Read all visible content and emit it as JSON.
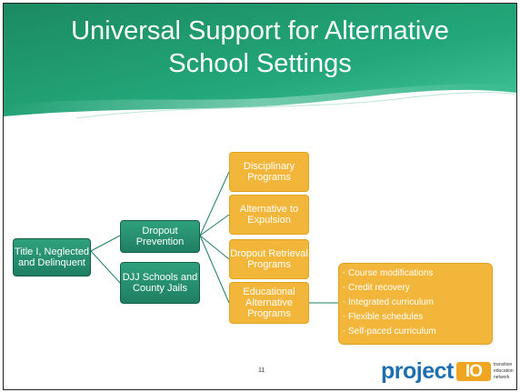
{
  "slide": {
    "title_line1": "Universal Support for Alternative",
    "title_line2": "School Settings",
    "page_number": "11",
    "colors": {
      "header_green": "#1f9a6c",
      "box_green": "#1f7f63",
      "box_gold": "#f2b73a",
      "logo_blue": "#1d6fb0",
      "logo_orange": "#f0a520"
    }
  },
  "diagram": {
    "root": "Title I, Neglected and Delinquent",
    "level1": [
      "Dropout Prevention",
      "DJJ Schools and County Jails"
    ],
    "level2": [
      "Disciplinary Programs",
      "Alternative to Expulsion",
      "Dropout Retrieval Programs",
      "Educational Alternative Programs"
    ],
    "level3_items": [
      "Course modifications",
      "Credit recovery",
      "Integrated curriculum",
      "Flexible schedules",
      "Self-paced curriculum"
    ]
  },
  "logo": {
    "word": "project",
    "mark": "IO",
    "tag_line1": "transition",
    "tag_line2": "education",
    "tag_line3": "network"
  }
}
